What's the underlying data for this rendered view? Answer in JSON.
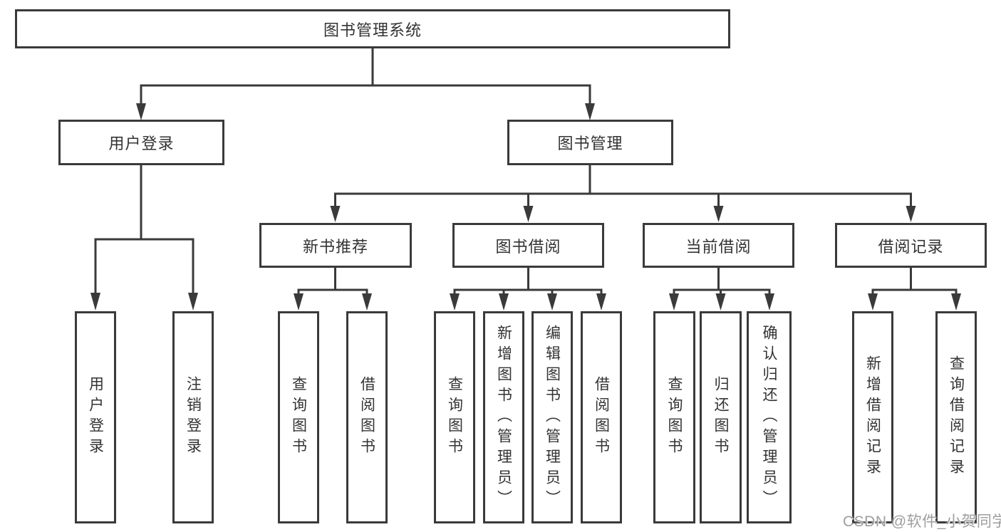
{
  "nodes": {
    "root": {
      "label": "图书管理系统"
    },
    "level2": [
      {
        "label": "用户登录"
      },
      {
        "label": "图书管理"
      }
    ],
    "level3": [
      {
        "label": "新书推荐"
      },
      {
        "label": "图书借阅"
      },
      {
        "label": "当前借阅"
      },
      {
        "label": "借阅记录"
      }
    ],
    "leaves": [
      {
        "label": "用户登录"
      },
      {
        "label": "注销登录"
      },
      {
        "label": "查询图书"
      },
      {
        "label": "借阅图书"
      },
      {
        "label": "查询图书"
      },
      {
        "label": "新增图书（管理员）"
      },
      {
        "label": "编辑图书（管理员）"
      },
      {
        "label": "借阅图书"
      },
      {
        "label": "查询图书"
      },
      {
        "label": "归还图书"
      },
      {
        "label": "确认归还（管理员）"
      },
      {
        "label": "新增借阅记录"
      },
      {
        "label": "查询借阅记录"
      }
    ]
  },
  "watermark": {
    "text": "CSDN @软件_小贺同学"
  },
  "colors": {
    "line": "#3a3a3a",
    "text": "#333333",
    "watermark": "#9e9e9e",
    "background": "#ffffff"
  }
}
